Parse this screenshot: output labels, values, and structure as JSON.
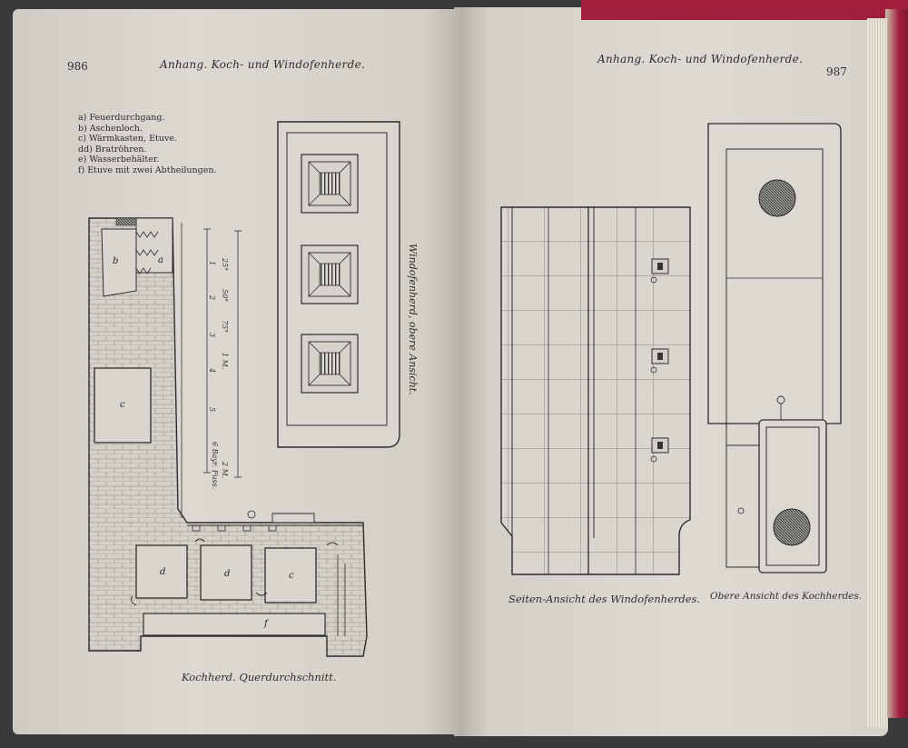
{
  "left_page": {
    "number": "986",
    "header": "Anhang. Koch- und Windofenherde.",
    "legend": [
      "a) Feuerdurchgang.",
      "b) Aschenloch.",
      "c) Wärmkasten, Etuve.",
      "dd) Bratröhren.",
      "e) Wasserbehälter.",
      "f) Etuve mit zwei Abtheilungen."
    ],
    "figure_labels": {
      "a": "a",
      "b": "b",
      "c": "c",
      "d1": "d",
      "d2": "d",
      "e": "c",
      "f": "f"
    },
    "scale_labels": [
      "25°",
      "50°",
      "75°",
      "1 M.",
      "2 M."
    ],
    "scale_label2": "6 Bayr. Fuss.",
    "scale_ticks": [
      "1",
      "2",
      "3",
      "4",
      "5"
    ],
    "vertical_caption": "Windofenherd, obere Ansicht.",
    "caption": "Kochherd. Querdurchschnitt."
  },
  "right_page": {
    "number": "987",
    "header": "Anhang. Koch- und Windofenherde.",
    "caption_left": "Seiten-Ansicht des Windofenherdes.",
    "caption_right": "Obere Ansicht des Kochherdes."
  }
}
